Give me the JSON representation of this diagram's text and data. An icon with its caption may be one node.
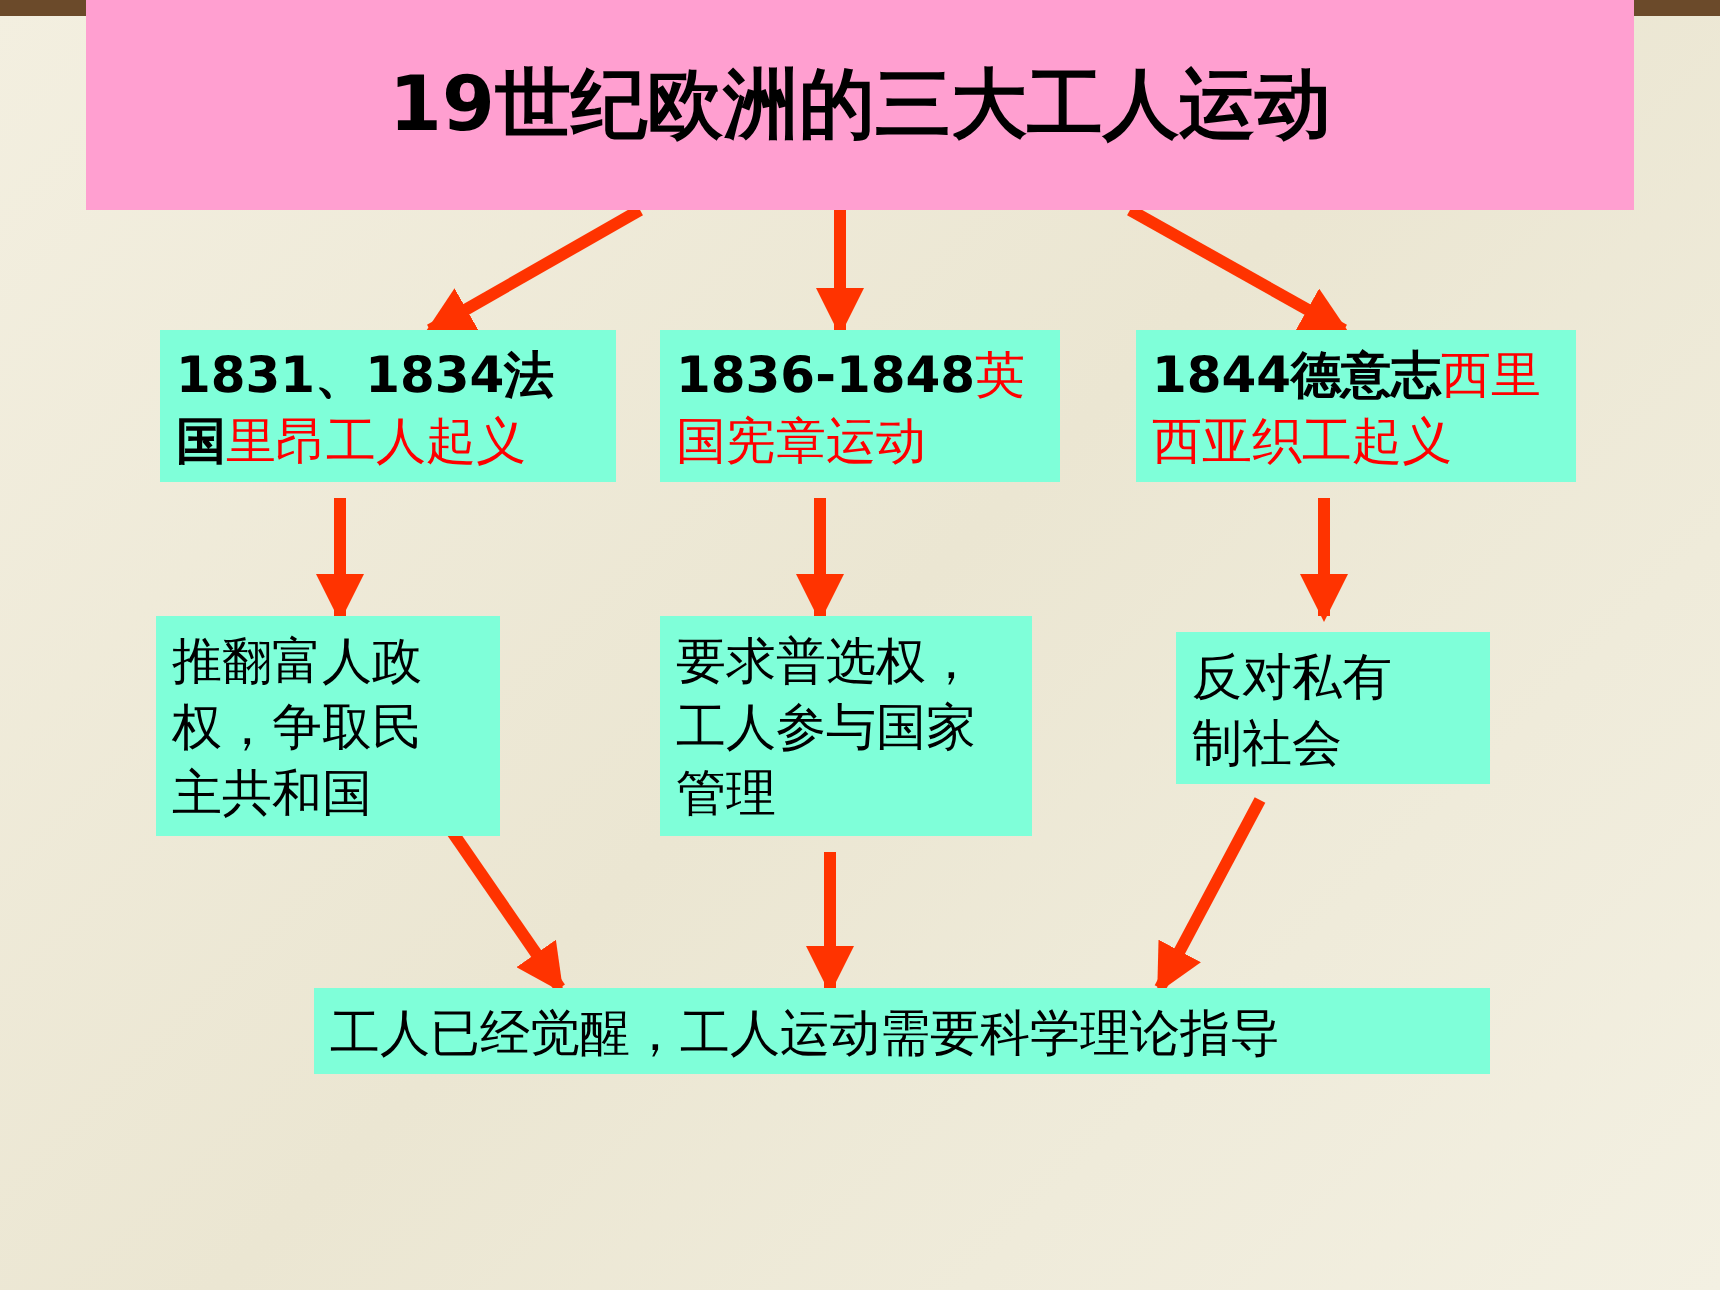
{
  "diagram": {
    "nodes": [
      {
        "text": [
          "19世纪欧洲的三大工人运动"
        ]
      },
      {
        "text": [
          "1831、1834法国",
          "里昂工人起义"
        ]
      },
      {
        "text": [
          "1836-1848",
          "英国宪章运动"
        ]
      },
      {
        "text": [
          "1844德意志",
          "西里西亚织工起义"
        ]
      },
      {
        "text": [
          "推翻富人政权，争取民主共和国"
        ]
      },
      {
        "text": [
          "要求普选权，工人参与国家管理"
        ]
      },
      {
        "text": [
          "反对私有制社会"
        ]
      },
      {
        "text": [
          "工人已经觉醒，工人运动需要科学理论指导"
        ]
      }
    ],
    "edges": [
      {
        "from": 0,
        "to": 1,
        "arrow": "to"
      },
      {
        "from": 0,
        "to": 2,
        "arrow": "to"
      },
      {
        "from": 0,
        "to": 3,
        "arrow": "to"
      },
      {
        "from": 1,
        "to": 4,
        "arrow": "to"
      },
      {
        "from": 2,
        "to": 5,
        "arrow": "to"
      },
      {
        "from": 3,
        "to": 6,
        "arrow": "to"
      },
      {
        "from": 4,
        "to": 7,
        "arrow": "to"
      },
      {
        "from": 5,
        "to": 7,
        "arrow": "to"
      },
      {
        "from": 6,
        "to": 7,
        "arrow": "to"
      }
    ]
  }
}
